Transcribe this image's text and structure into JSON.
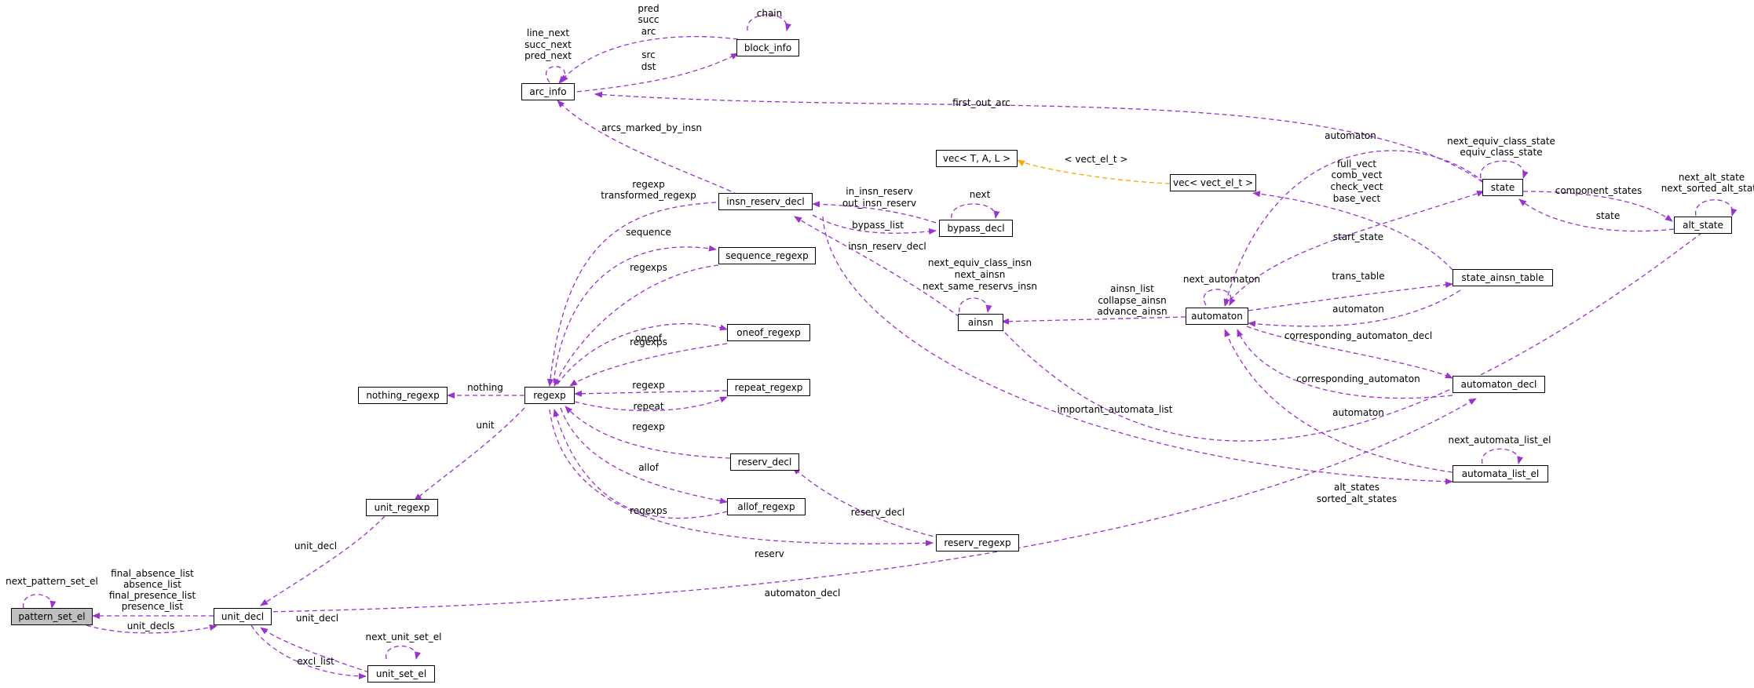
{
  "nodes": {
    "pattern_set_el": "pattern_set_el",
    "unit_decl": "unit_decl",
    "unit_set_el": "unit_set_el",
    "unit_regexp": "unit_regexp",
    "nothing_regexp": "nothing_regexp",
    "regexp": "regexp",
    "insn_reserv_decl": "insn_reserv_decl",
    "arc_info": "arc_info",
    "block_info": "block_info",
    "vec_talk": "vec< T, A, L >",
    "vec_vect_el": "vec< vect_el_t >",
    "sequence_regexp": "sequence_regexp",
    "bypass_decl": "bypass_decl",
    "oneof_regexp": "oneof_regexp",
    "repeat_regexp": "repeat_regexp",
    "reserv_decl": "reserv_decl",
    "allof_regexp": "allof_regexp",
    "reserv_regexp": "reserv_regexp",
    "ainsn": "ainsn",
    "automaton": "automaton",
    "state": "state",
    "state_ainsn_table": "state_ainsn_table",
    "automaton_decl": "automaton_decl",
    "automata_list_el": "automata_list_el",
    "alt_state": "alt_state"
  },
  "edge_labels": {
    "next_pattern_set_el": "next_pattern_set_el",
    "final_absence_list": "final_absence_list",
    "absence_list": "absence_list",
    "final_presence_list": "final_presence_list",
    "presence_list": "presence_list",
    "unit_decls": "unit_decls",
    "unit_decl_a": "unit_decl",
    "unit_decl_b": "unit_decl",
    "excl_list": "excl_list",
    "next_unit_set_el": "next_unit_set_el",
    "unit": "unit",
    "nothing": "nothing",
    "regexp": "regexp",
    "transformed_regexp": "transformed_regexp",
    "sequence": "sequence",
    "regexps_seq": "regexps",
    "oneof": "oneof",
    "regexps_oneof": "regexps",
    "regexp_repeat": "regexp",
    "repeat": "repeat",
    "regexp_reserv": "regexp",
    "allof": "allof",
    "regexps_allof": "regexps",
    "reserv": "reserv",
    "reserv_decl": "reserv_decl",
    "arcs_marked_by_insn": "arcs_marked_by_insn",
    "line_next": "line_next",
    "succ_next": "succ_next",
    "pred_next": "pred_next",
    "pred": "pred",
    "succ": "succ",
    "arc": "arc",
    "src": "src",
    "dst": "dst",
    "chain": "chain",
    "first_out_arc": "first_out_arc",
    "vect_el_t": "< vect_el_t >",
    "in_insn_reserv": "in_insn_reserv",
    "out_insn_reserv": "out_insn_reserv",
    "next_bypass": "next",
    "bypass_list": "bypass_list",
    "insn_reserv_decl": "insn_reserv_decl",
    "next_equiv_class_insn": "next_equiv_class_insn",
    "next_ainsn": "next_ainsn",
    "next_same_reservs_insn": "next_same_reservs_insn",
    "ainsn_list": "ainsn_list",
    "collapse_ainsn": "collapse_ainsn",
    "advance_ainsn": "advance_ainsn",
    "next_automaton": "next_automaton",
    "automaton_state": "automaton",
    "full_vect": "full_vect",
    "comb_vect": "comb_vect",
    "check_vect": "check_vect",
    "base_vect": "base_vect",
    "start_state": "start_state",
    "trans_table": "trans_table",
    "automaton_table": "automaton",
    "corresponding_automaton_decl": "corresponding_automaton_decl",
    "corresponding_automaton": "corresponding_automaton",
    "automaton_list": "automaton",
    "important_automata_list": "important_automata_list",
    "next_automata_list_el": "next_automata_list_el",
    "automaton_decl": "automaton_decl",
    "alt_states": "alt_states",
    "sorted_alt_states": "sorted_alt_states",
    "next_equiv_class_state": "next_equiv_class_state",
    "equiv_class_state": "equiv_class_state",
    "component_states": "component_states",
    "state": "state",
    "next_alt_state": "next_alt_state",
    "next_sorted_alt_state": "next_sorted_alt_state"
  },
  "colors": {
    "edge": "#9a32cd",
    "template_edge": "#ffa500",
    "root_fill": "#bfbfbf",
    "node_border": "#000000"
  }
}
